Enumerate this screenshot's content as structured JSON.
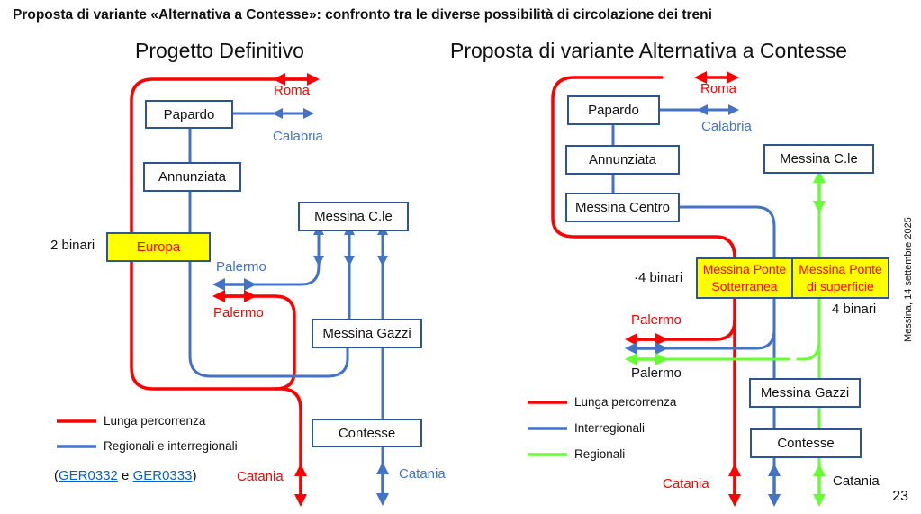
{
  "slide": {
    "title": "Proposta di variante «Alternativa a Contesse»: confronto tra le diverse possibilità di circolazione dei treni",
    "date": "Messina, 14 settembre 2025",
    "page_number": "23"
  },
  "colors": {
    "long_distance": "#ff0000",
    "regional_interregional": "#4472c4",
    "regional": "#66ff33",
    "station_border": "#2f5496",
    "highlight_station_fill": "#ffff00"
  },
  "left": {
    "title": "Progetto Definitivo",
    "stations": {
      "papardo": "Papardo",
      "annunziata": "Annunziata",
      "europa": "Europa",
      "messina_cle": "Messina C.le",
      "messina_gazzi": "Messina Gazzi",
      "contesse": "Contesse"
    },
    "labels": {
      "tracks": "2 binari",
      "roma": "Roma",
      "calabria": "Calabria",
      "palermo_blue": "Palermo",
      "palermo_red": "Palermo",
      "catania_red": "Catania",
      "catania_blue": "Catania"
    },
    "legend": [
      {
        "label": "Lunga percorrenza",
        "color": "#ff0000"
      },
      {
        "label": "Regionali e interregionali",
        "color": "#4472c4"
      }
    ],
    "references": {
      "open": "(",
      "link1": "GER0332",
      "joiner": " e ",
      "link2": " GER0333",
      "close": ")"
    }
  },
  "right": {
    "title": "Proposta di variante Alternativa a Contesse",
    "stations": {
      "papardo": "Papardo",
      "annunziata": "Annunziata",
      "messina_centro": "Messina Centro",
      "messina_cle": "Messina C.le",
      "ponte_sotterranea_line1": "Messina Ponte",
      "ponte_sotterranea_line2": "Sotterranea",
      "ponte_superficie_line1": "Messina Ponte",
      "ponte_superficie_line2": "di superficie",
      "messina_gazzi": "Messina Gazzi",
      "contesse": "Contesse"
    },
    "labels": {
      "tracks_left": "·4 binari",
      "tracks_right": "4 binari",
      "roma": "Roma",
      "calabria": "Calabria",
      "palermo_red": "Palermo",
      "palermo_dark": "Palermo",
      "catania_red": "Catania",
      "catania_dark": "Catania"
    },
    "legend": [
      {
        "label": "Lunga percorrenza",
        "color": "#ff0000"
      },
      {
        "label": "Interregionali",
        "color": "#4472c4"
      },
      {
        "label": "Regionali",
        "color": "#66ff33"
      }
    ]
  }
}
